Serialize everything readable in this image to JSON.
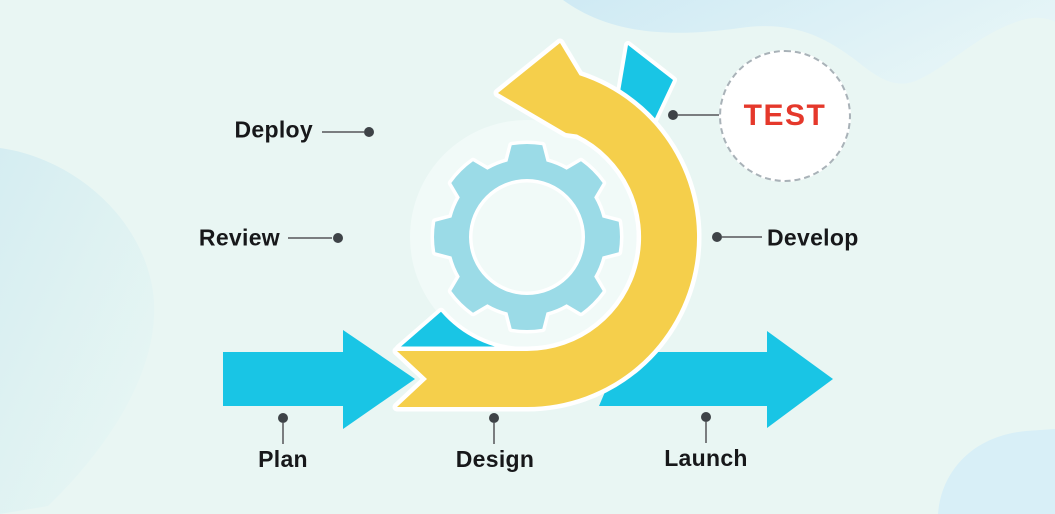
{
  "diagram": {
    "type": "agile-development-lifecycle",
    "labels": {
      "deploy": "Deploy",
      "review": "Review",
      "plan": "Plan",
      "design": "Design",
      "launch": "Launch",
      "develop": "Develop",
      "test": "TEST"
    },
    "colors": {
      "background": "#e9f6f3",
      "cycle-cyan": "#19c5e5",
      "cycle-yellow": "#f5cf4b",
      "gear": "#9bdbe7",
      "halo": "#f1faf8",
      "test-red": "#e5382b",
      "label-text": "#17181a",
      "connector": "#7a7d7f",
      "dot": "#3e4347",
      "test-border": "#a9b2b8",
      "outline-white": "#ffffff"
    },
    "icons": [
      "gear-icon",
      "cycle-arrow-cyan-icon",
      "cycle-arrow-yellow-icon",
      "plan-arrow-icon",
      "launch-arrow-icon",
      "test-circle-badge"
    ]
  }
}
